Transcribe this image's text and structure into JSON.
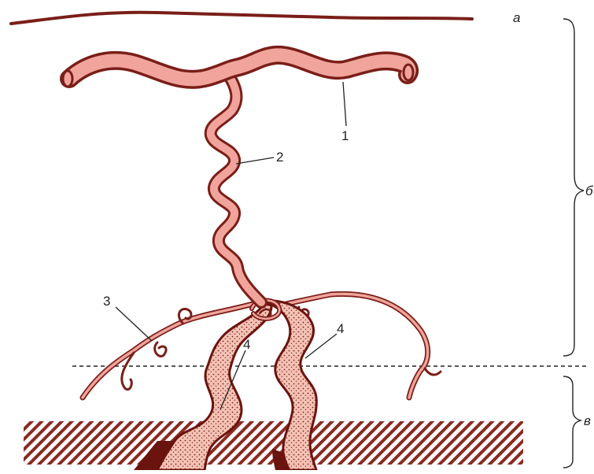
{
  "labels": {
    "num1": "1",
    "num2": "2",
    "num3": "3",
    "num4a": "4",
    "num4b": "4",
    "layer_a": "а",
    "layer_b": "б",
    "layer_v": "в"
  },
  "colors": {
    "vessel_fill": "#f0a49c",
    "vessel_outline": "#7a1e18",
    "vein_fill": "#f5c3b6",
    "vein_outline": "#6b130f",
    "stipple": "#7a1e18",
    "hatch": "#8a2a22",
    "text": "#222222",
    "guide_line": "#222222"
  }
}
